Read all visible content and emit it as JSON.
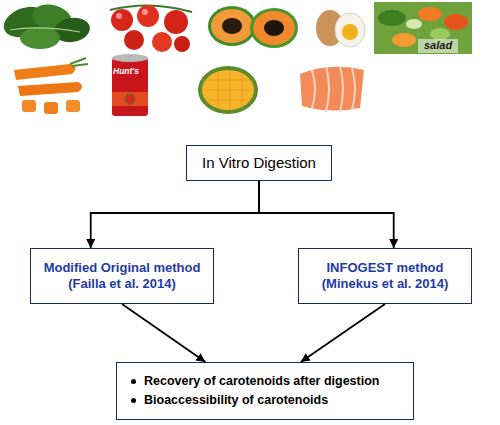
{
  "diagram": {
    "nodes": [
      {
        "text": [
          "In Vitro Digestion"
        ]
      },
      {
        "text": [
          "Modified Original method (Failla et al. 2014)"
        ]
      },
      {
        "text": [
          "INFOGEST method (Minekus et al. 2014)"
        ]
      },
      {
        "text": [
          "Recovery of carotenoids after digestion",
          "Bioaccessibility of carotenoids"
        ]
      }
    ],
    "edges": [
      {
        "from": 0,
        "to": 1,
        "arrow": "to"
      },
      {
        "from": 0,
        "to": 2,
        "arrow": "to"
      },
      {
        "from": 1,
        "to": 3,
        "arrow": "to"
      },
      {
        "from": 2,
        "to": 3,
        "arrow": "to"
      }
    ],
    "labels": [
      "Hunt's",
      "salad"
    ]
  }
}
